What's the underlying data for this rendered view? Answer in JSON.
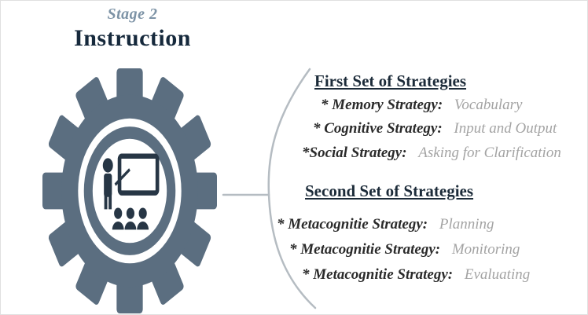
{
  "header": {
    "stage": "Stage 2",
    "title": "Instruction"
  },
  "first_set": {
    "title": "First Set of Strategies",
    "items": [
      {
        "label": "* Memory Strategy:",
        "value": "Vocabulary"
      },
      {
        "label": "* Cognitive Strategy:",
        "value": "Input and Output"
      },
      {
        "label": "*Social Strategy:",
        "value": "Asking for Clarification"
      }
    ]
  },
  "second_set": {
    "title": "Second Set of Strategies",
    "items": [
      {
        "label": "* Metacognitie Strategy:",
        "value": "Planning"
      },
      {
        "label": "* Metacognitie Strategy:",
        "value": "Monitoring"
      },
      {
        "label": "* Metacognitie Strategy:",
        "value": "Evaluating"
      }
    ]
  },
  "icons": [
    {
      "name": "gear-icon",
      "glyph": "⚙"
    },
    {
      "name": "teacher-presentation-icon",
      "glyph": "🧑‍🏫"
    }
  ],
  "colors": {
    "gear": "#5b6e80",
    "stage_text": "#7d93a6",
    "title_text": "#16293c",
    "heading_text": "#1c2b39",
    "label_text": "#2b2b2b",
    "value_text": "#a3a3a3",
    "connector": "#b5bcc2",
    "icon_dark": "#273645"
  }
}
